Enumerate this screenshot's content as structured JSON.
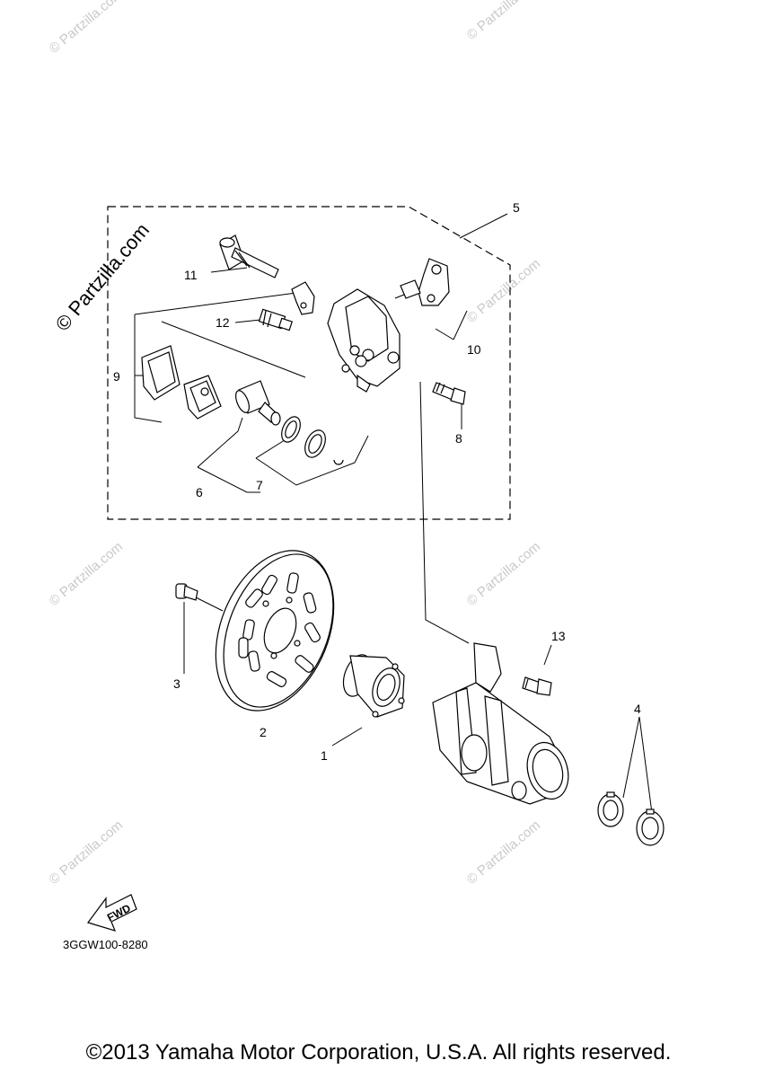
{
  "watermark": {
    "repeated": "© Partzilla.com",
    "prominent": "© Partzilla.com"
  },
  "callouts": [
    "1",
    "2",
    "3",
    "4",
    "5",
    "6",
    "7",
    "8",
    "9",
    "10",
    "11",
    "12",
    "13"
  ],
  "fwd_label": "FWD",
  "diagram_code": "3GGW100-8280",
  "copyright": "©2013 Yamaha Motor Corporation, U.S.A. All rights reserved."
}
